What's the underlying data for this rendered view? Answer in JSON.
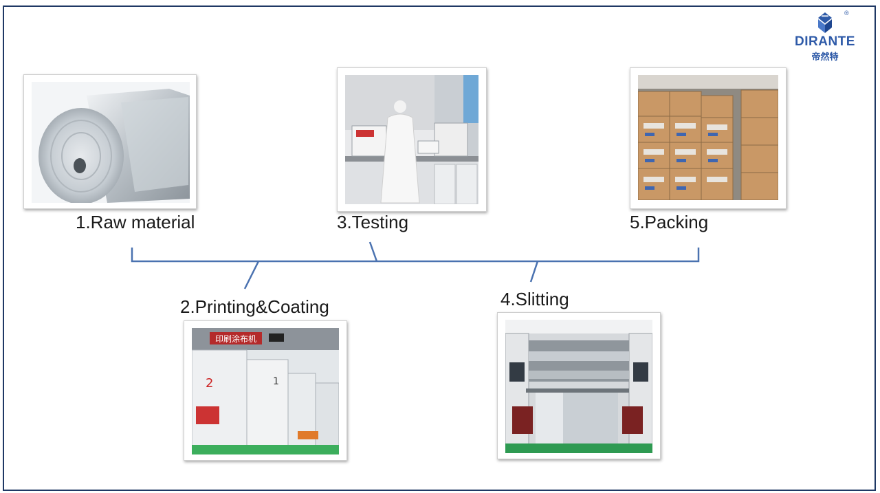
{
  "logo": {
    "brand": "DIRANTE",
    "brand_cn": "帝然特",
    "reg_mark": "®"
  },
  "steps": [
    {
      "label": "1.Raw material"
    },
    {
      "label": "2.Printing&Coating"
    },
    {
      "label": "3.Testing"
    },
    {
      "label": "4.Slitting"
    },
    {
      "label": "5.Packing"
    }
  ],
  "photo_text": {
    "printing_banner": "印刷涂布机",
    "printing_unit_2": "2",
    "printing_unit_1": "1"
  },
  "colors": {
    "connector": "#4a72b0",
    "frame": "#1f3864",
    "logo": "#2e5aa8"
  }
}
